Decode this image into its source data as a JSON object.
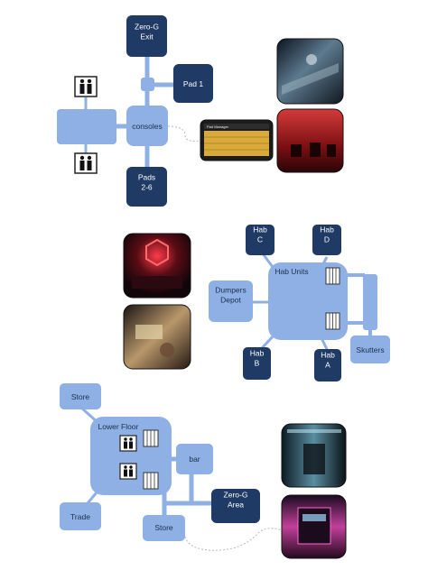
{
  "colors": {
    "light_node": "#8fb0e4",
    "dark_node": "#1f3a64",
    "connector": "#8fb0e4",
    "dashed": "#b8b8b8"
  },
  "section1": {
    "zero_g_exit": "Zero-G\nExit",
    "pad_1": "Pad 1",
    "consoles": "consoles",
    "pads_2_6": "Pads\n2-6",
    "icons": [
      "restroom-icon",
      "restroom-icon"
    ]
  },
  "section2": {
    "hab_c": "Hab\nC",
    "hab_d": "Hab\nD",
    "hab_units": "Hab Units",
    "dumpers_depot": "Dumpers\nDepot",
    "hab_b": "Hab\nB",
    "hab_a": "Hab\nA",
    "skutters": "Skutters"
  },
  "section3": {
    "store_top": "Store",
    "lower_floor": "Lower Floor",
    "bar": "bar",
    "zero_g_area": "Zero-G\nArea",
    "trade": "Trade",
    "store_bottom": "Store"
  },
  "photos": [
    {
      "name": "photo-hangar",
      "theme": "blue"
    },
    {
      "name": "photo-pad-consoles",
      "theme": "red"
    },
    {
      "name": "photo-data-screen",
      "theme": "screen",
      "title": "Pad Manager"
    },
    {
      "name": "photo-neon-sign",
      "theme": "red-neon"
    },
    {
      "name": "photo-hab-room",
      "theme": "warm"
    },
    {
      "name": "photo-corridor",
      "theme": "teal"
    },
    {
      "name": "photo-vending",
      "theme": "magenta"
    }
  ]
}
